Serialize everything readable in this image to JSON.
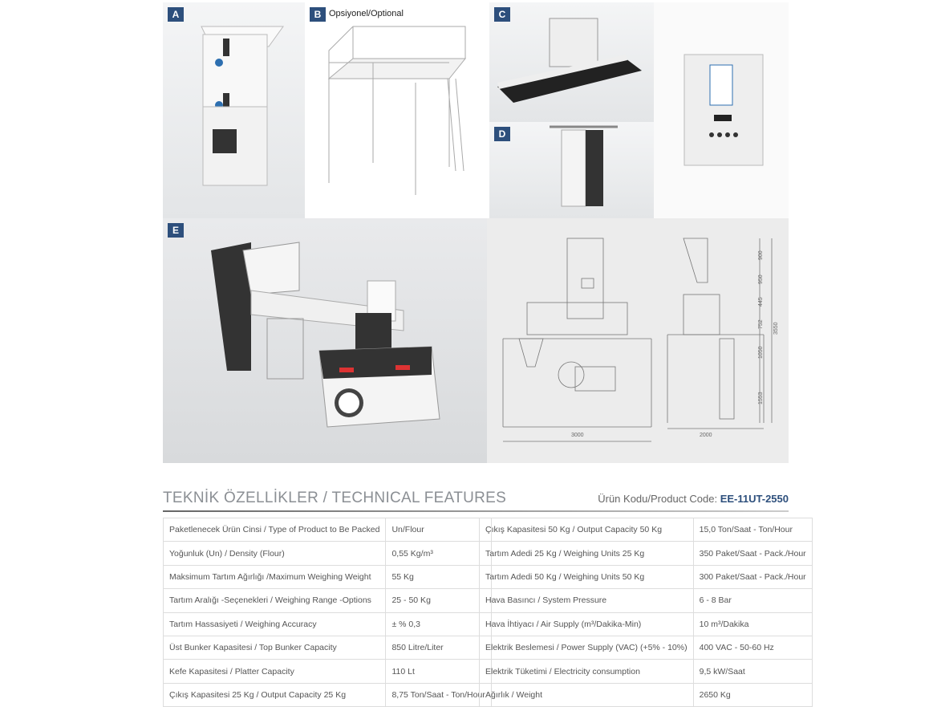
{
  "panels": {
    "a": "A",
    "b": "B",
    "b_note": "Opsiyonel/Optional",
    "c": "C",
    "d": "D",
    "e": "E"
  },
  "drawing_dims": {
    "front_width": "3000",
    "side_width": "2000",
    "h1": "900",
    "h2": "950",
    "h3": "445",
    "h4": "752",
    "h5": "1050",
    "h6": "1553",
    "total": "3550"
  },
  "header": {
    "title": "TEKNİK ÖZELLİKLER /  TECHNICAL FEATURES",
    "code_label": "Ürün Kodu/Product Code: ",
    "code_value": "EE-11UT-2550"
  },
  "left_table": [
    {
      "label": "Paketlenecek Ürün Cinsi / Type of Product to Be Packed",
      "value": "Un/Flour"
    },
    {
      "label": "Yoğunluk (Un) / Density (Flour)",
      "value": "0,55 Kg/m³"
    },
    {
      "label": "Maksimum Tartım Ağırlığı /Maximum Weighing Weight",
      "value": "55 Kg"
    },
    {
      "label": "Tartım Aralığı -Seçenekleri / Weighing Range -Options",
      "value": "25 - 50 Kg"
    },
    {
      "label": "Tartım Hassasiyeti / Weighing Accuracy",
      "value": "± % 0,3"
    },
    {
      "label": "Üst Bunker Kapasitesi / Top Bunker Capacity",
      "value": "850 Litre/Liter"
    },
    {
      "label": "Kefe Kapasitesi  / Platter Capacity",
      "value": "110 Lt"
    },
    {
      "label": "Çıkış Kapasitesi 25 Kg / Output Capacity 25 Kg",
      "value": "8,75 Ton/Saat - Ton/Hour"
    }
  ],
  "right_table": [
    {
      "label": "Çıkış Kapasitesi 50 Kg / Output Capacity 50 Kg",
      "value": "15,0 Ton/Saat - Ton/Hour"
    },
    {
      "label": "Tartım Adedi 25 Kg / Weighing Units 25 Kg",
      "value": "350 Paket/Saat - Pack./Hour"
    },
    {
      "label": "Tartım Adedi 50 Kg / Weighing Units 50 Kg",
      "value": "300 Paket/Saat - Pack./Hour"
    },
    {
      "label": "Hava Basıncı / System Pressure",
      "value": "6 - 8 Bar"
    },
    {
      "label": "Hava İhtiyacı / Air Supply (m³/Dakika-Min)",
      "value": "10 m³/Dakika"
    },
    {
      "label": "Elektrik Beslemesi / Power Supply (VAC) (+5%  - 10%)",
      "value": "400 VAC - 50-60 Hz"
    },
    {
      "label": "Elektrik Tüketimi  / Electricity consumption",
      "value": "9,5 kW/Saat"
    },
    {
      "label": "Ağırlık / Weight",
      "value": "2650 Kg"
    }
  ]
}
